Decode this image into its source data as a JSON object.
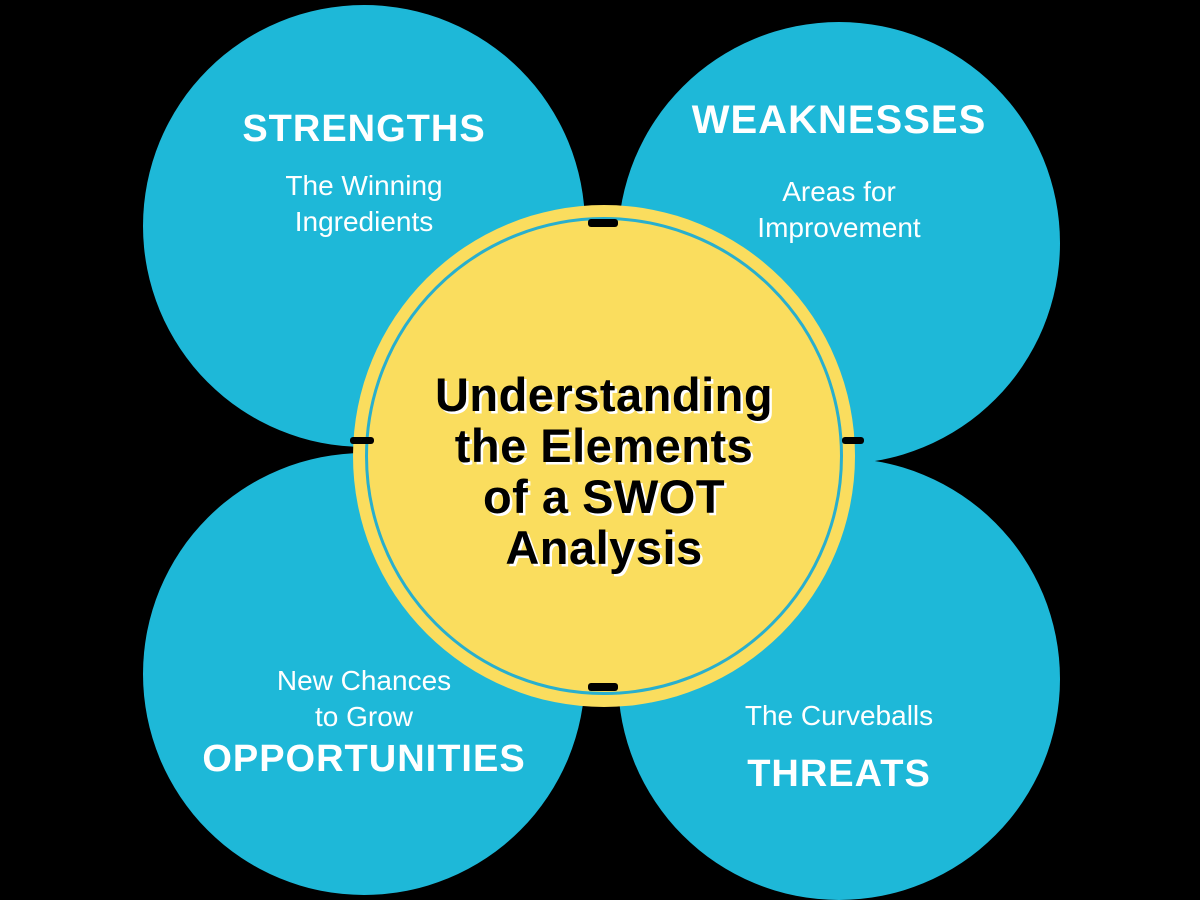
{
  "diagram": {
    "title_lines": [
      "Understanding",
      "the Elements",
      "of a SWOT",
      "Analysis"
    ]
  },
  "quadrants": {
    "strengths": {
      "label": "STRENGTHS",
      "sublabel": "The Winning\nIngredients"
    },
    "weaknesses": {
      "label": "WEAKNESSES",
      "sublabel": "Areas for\nImprovement"
    },
    "opportunities": {
      "label": "OPPORTUNITIES",
      "sublabel": "New Chances\nto Grow"
    },
    "threats": {
      "label": "THREATS",
      "sublabel": "The Curveballs"
    }
  },
  "colors": {
    "background": "#000000",
    "petal_circle": "#1EB8D8",
    "center_circle": "#FADD5E",
    "center_ring": "#28AFCE",
    "heading_text": "#FFFFFF",
    "center_text": "#000000"
  }
}
